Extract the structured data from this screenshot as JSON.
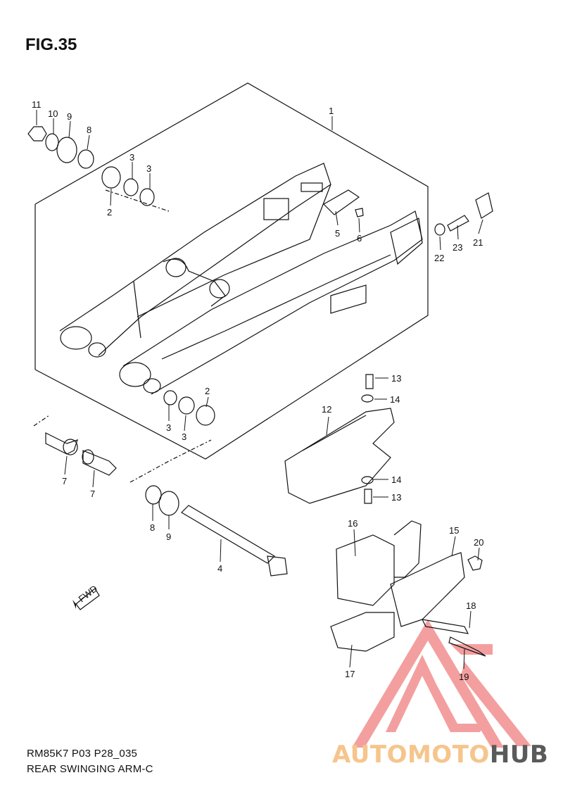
{
  "figure": {
    "title": "FIG.35",
    "model_code": "RM85K7 P03 P28_035",
    "name": "REAR SWINGING ARM-C"
  },
  "fwd_label": "FWD",
  "watermark": {
    "part1": "AUTOMOTO",
    "part2": "HUB"
  },
  "callouts": [
    {
      "id": "c1",
      "label": "1"
    },
    {
      "id": "c2a",
      "label": "2"
    },
    {
      "id": "c2b",
      "label": "2"
    },
    {
      "id": "c3a",
      "label": "3"
    },
    {
      "id": "c3b",
      "label": "3"
    },
    {
      "id": "c3c",
      "label": "3"
    },
    {
      "id": "c3d",
      "label": "3"
    },
    {
      "id": "c4",
      "label": "4"
    },
    {
      "id": "c5",
      "label": "5"
    },
    {
      "id": "c6",
      "label": "6"
    },
    {
      "id": "c7a",
      "label": "7"
    },
    {
      "id": "c7b",
      "label": "7"
    },
    {
      "id": "c8a",
      "label": "8"
    },
    {
      "id": "c8b",
      "label": "8"
    },
    {
      "id": "c9a",
      "label": "9"
    },
    {
      "id": "c9b",
      "label": "9"
    },
    {
      "id": "c10",
      "label": "10"
    },
    {
      "id": "c11",
      "label": "11"
    },
    {
      "id": "c12",
      "label": "12"
    },
    {
      "id": "c13a",
      "label": "13"
    },
    {
      "id": "c13b",
      "label": "13"
    },
    {
      "id": "c14a",
      "label": "14"
    },
    {
      "id": "c14b",
      "label": "14"
    },
    {
      "id": "c15",
      "label": "15"
    },
    {
      "id": "c16",
      "label": "16"
    },
    {
      "id": "c17",
      "label": "17"
    },
    {
      "id": "c18",
      "label": "18"
    },
    {
      "id": "c19",
      "label": "19"
    },
    {
      "id": "c20",
      "label": "20"
    },
    {
      "id": "c21",
      "label": "21"
    },
    {
      "id": "c22",
      "label": "22"
    },
    {
      "id": "c23",
      "label": "23"
    }
  ],
  "colors": {
    "line": "#111111",
    "watermark_red": "#f08080",
    "watermark_orange": "#f6c58c",
    "watermark_gray": "#5a5a5a"
  }
}
